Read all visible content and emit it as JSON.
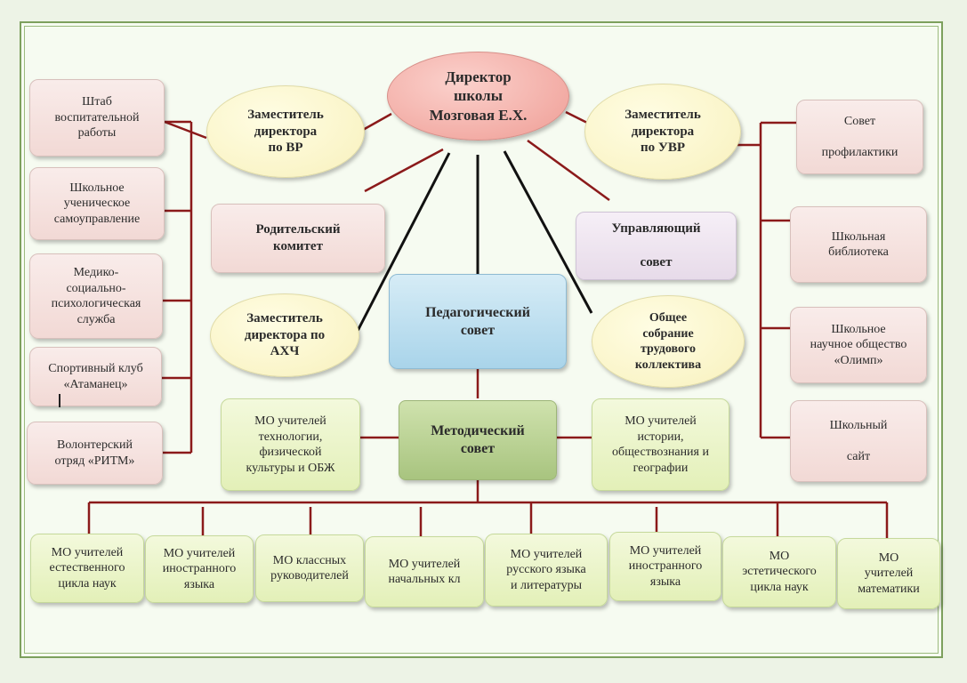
{
  "director": "Директор\nшколы\nМозговая Е.Х.",
  "deputies": {
    "vr": "Заместитель\nдиректора\nпо ВР",
    "uvr": "Заместитель\nдиректора\nпо УВР",
    "ahch": "Заместитель\nдиректора по\nАХЧ"
  },
  "councils": {
    "parents": "Родительский\nкомитет",
    "board": "Управляющий\n\nсовет",
    "pedagogical": "Педагогический\nсовет",
    "assembly": "Общее\nсобрание\nтрудового\nколлектива",
    "methodical": "Методический\nсовет"
  },
  "left_units": [
    "Штаб\nвоспитательной\nработы",
    "Школьное\nученическое\nсамоуправление",
    "Медико-\nсоциально-\nпсихологическая\nслужба",
    "Спортивный клуб\n«Атаманец»",
    "Волонтерский\nотряд «РИТМ»"
  ],
  "right_units": [
    "Совет\n\nпрофилактики",
    "Школьная\nбиблиотека",
    "Школьное\nнаучное общество\n«Олимп»",
    "Школьный\n\nсайт"
  ],
  "mo_side": {
    "left": "МО учителей\nтехнологии,\nфизической\nкультуры и ОБЖ",
    "right": "МО учителей\nистории,\nобществознания и\nгеографии"
  },
  "mo_bottom": [
    "МО учителей\nестественного\nцикла наук",
    "МО учителей\nиностранного\nязыка",
    "МО классных\nруководителей",
    "МО учителей\nначальных кл",
    "МО учителей\nрусского языка\nи литературы",
    "МО учителей\nиностранного\nязыка",
    "МО\nэстетического\nцикла наук",
    "МО\nучителей\nматематики"
  ],
  "colors": {
    "connector_red": "#8b1a1a",
    "connector_black": "#111111",
    "director_fill": "#ef9d95",
    "pedsovet_fill": "#a9d4ea",
    "metsovet_fill": "#a8c47f"
  }
}
